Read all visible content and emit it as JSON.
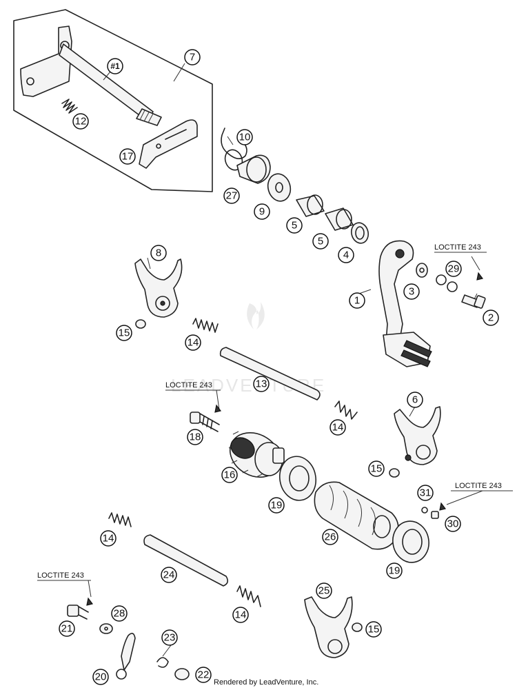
{
  "callouts": {
    "c1": "1",
    "c2": "2",
    "c3": "3",
    "c4": "4",
    "c5a": "5",
    "c5b": "5",
    "c6": "6",
    "c7": "7",
    "c8": "8",
    "c9": "9",
    "c10": "10",
    "c12": "12",
    "c13": "13",
    "c14a": "14",
    "c14b": "14",
    "c14c": "14",
    "c14d": "14",
    "c15a": "15",
    "c15b": "15",
    "c15c": "15",
    "c16": "16",
    "c17": "17",
    "c18": "18",
    "c19a": "19",
    "c19b": "19",
    "c20": "20",
    "c21": "21",
    "c22": "22",
    "c23": "23",
    "c24": "24",
    "c25": "25",
    "c26": "26",
    "c27": "27",
    "c28": "28",
    "c29": "29",
    "c30": "30",
    "c31": "31",
    "kit": "#1"
  },
  "notes": {
    "loctite_pedal": "LOCTITE 243",
    "loctite_drum": "LOCTITE 243",
    "loctite_stop": "LOCTITE 243",
    "loctite_lever": "LOCTITE 243"
  },
  "watermark": "LEADVENTURE",
  "credit": "Rendered by LeadVenture, Inc."
}
